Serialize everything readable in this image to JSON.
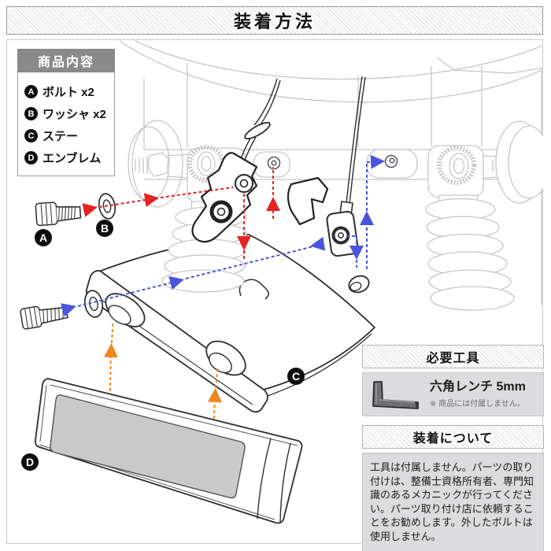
{
  "page": {
    "title": "装着方法"
  },
  "contents_panel": {
    "title": "商品内容",
    "items": [
      {
        "key": "A",
        "label": "ボルト x2"
      },
      {
        "key": "B",
        "label": "ワッシャ x2"
      },
      {
        "key": "C",
        "label": "ステー"
      },
      {
        "key": "D",
        "label": "エンブレム"
      }
    ]
  },
  "tools_panel": {
    "title": "必要工具",
    "tool_name": "六角レンチ 5mm",
    "tool_note": "※ 商品には付属しません。",
    "icon": "hex-wrench-icon"
  },
  "about_panel": {
    "title": "装着について",
    "body": "工具は付属しません。パーツの取り付けは、整備士資格所有者、専門知識のあるメカニックが行ってください。パーツ取り付け店に依頼することをお勧めします。外したボルトは使用しません。"
  },
  "diagram": {
    "labels": [
      {
        "key": "A",
        "part": "bolt"
      },
      {
        "key": "B",
        "part": "washer"
      },
      {
        "key": "C",
        "part": "stay-bracket"
      },
      {
        "key": "D",
        "part": "emblem"
      }
    ],
    "arrow_colors": {
      "red": "#e62323",
      "blue": "#4a55dd",
      "orange": "#f0861e"
    }
  }
}
